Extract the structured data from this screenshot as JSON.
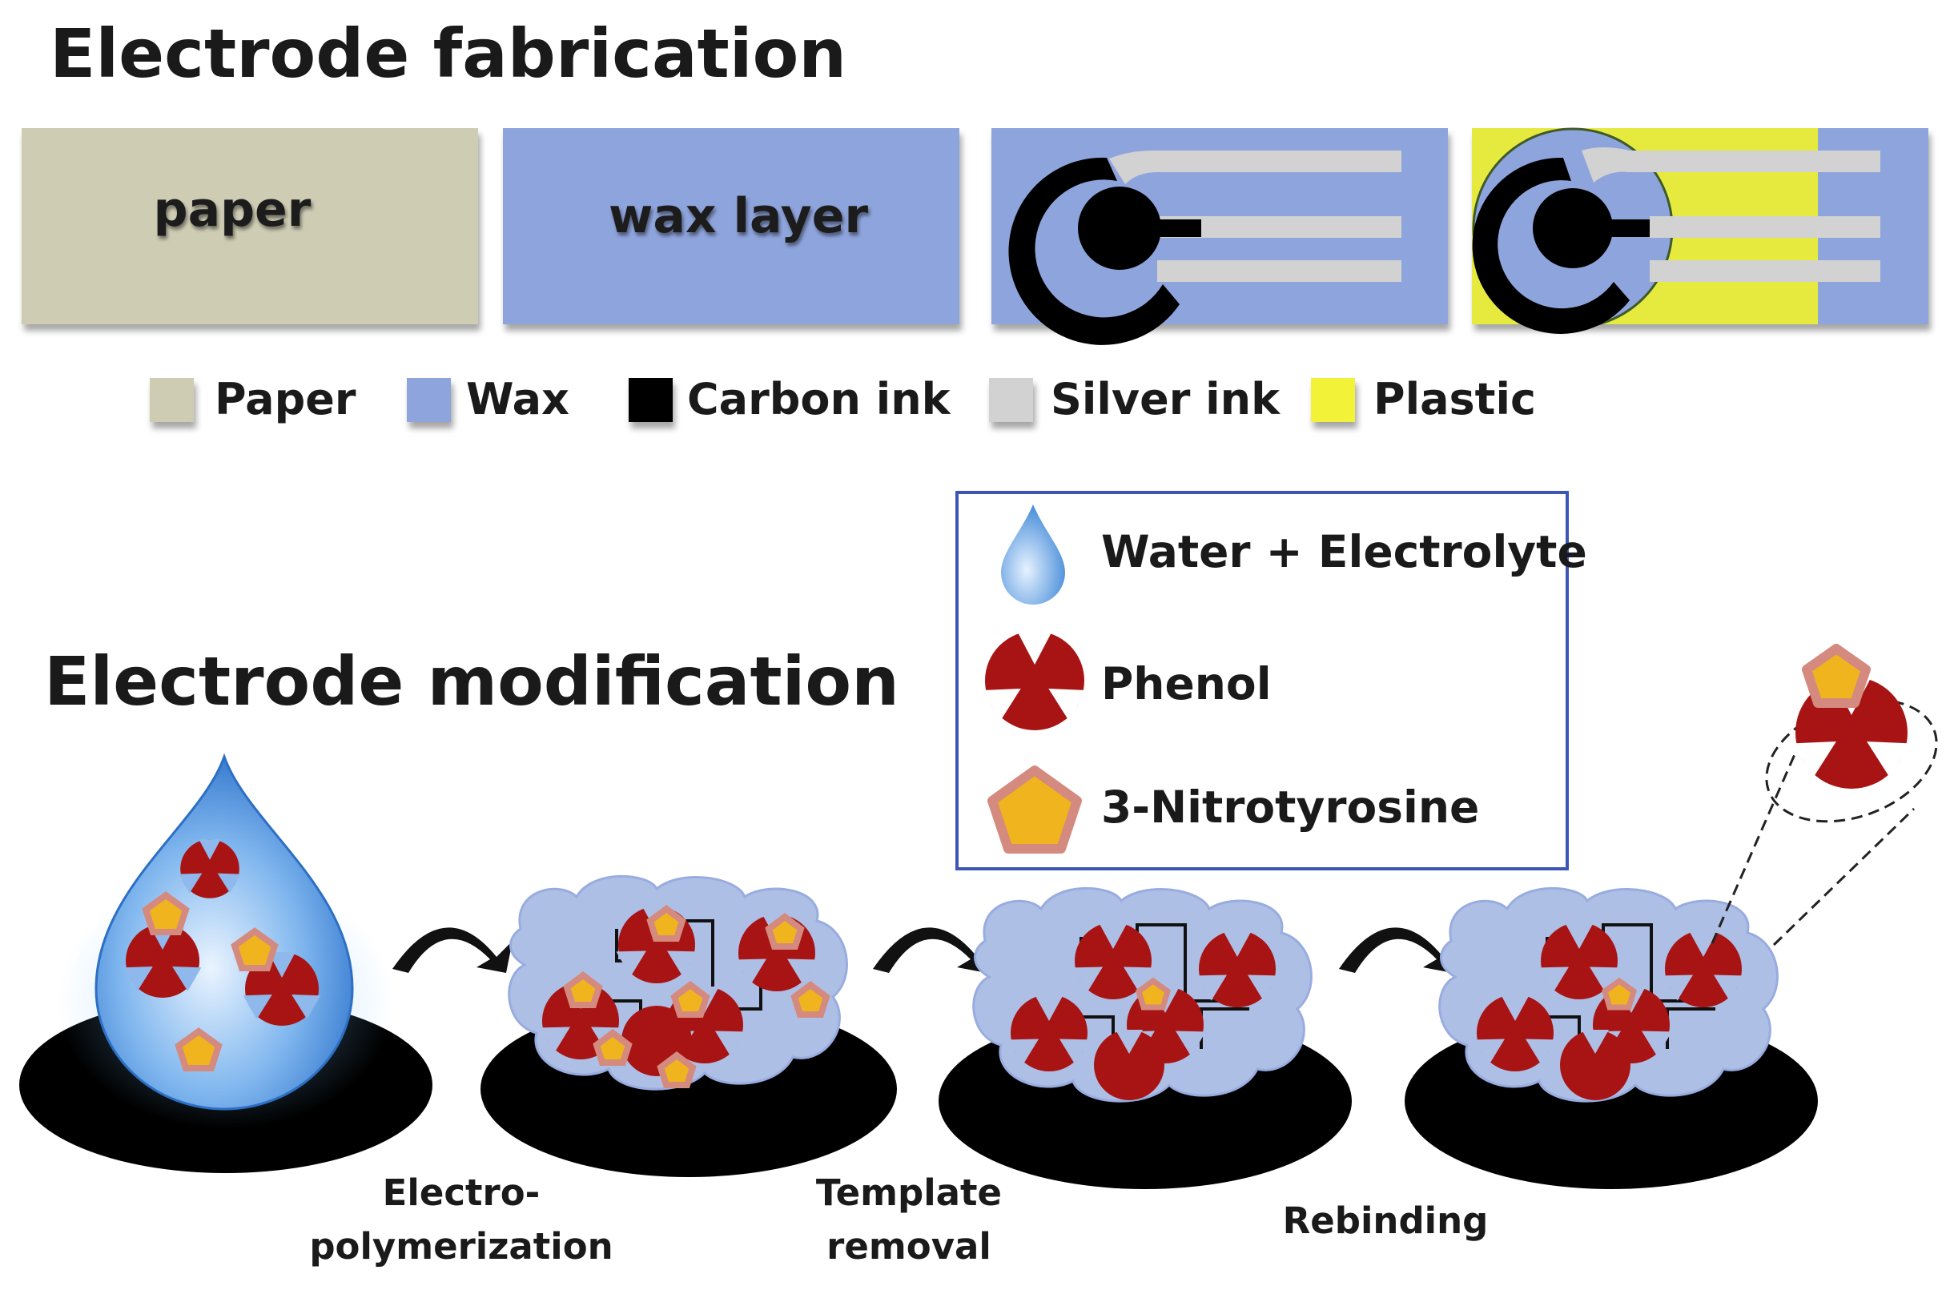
{
  "fabrication": {
    "title": "Electrode fabrication",
    "panels": [
      {
        "label": "paper"
      },
      {
        "label": "wax layer"
      },
      {
        "label": ""
      },
      {
        "label": ""
      }
    ],
    "legend": [
      {
        "label": "Paper",
        "color": "#cfccb4"
      },
      {
        "label": "Wax",
        "color": "#8ea4dc"
      },
      {
        "label": "Carbon ink",
        "color": "#000000"
      },
      {
        "label": "Silver ink",
        "color": "#d2d2d2"
      },
      {
        "label": "Plastic",
        "color": "#f2f238"
      }
    ]
  },
  "modification": {
    "title": "Electrode modification",
    "key": [
      {
        "label": "Water + Electrolyte",
        "icon": "water-drop-icon"
      },
      {
        "label": "Phenol",
        "icon": "phenol-icon"
      },
      {
        "label": "3-Nitrotyrosine",
        "icon": "nitrotyrosine-icon"
      }
    ],
    "steps": [
      {
        "line1": "Electro-",
        "line2": "polymerization"
      },
      {
        "line1": "Template",
        "line2": "removal"
      },
      {
        "line1": "Rebinding",
        "line2": ""
      }
    ]
  },
  "colors": {
    "phenol": "#a81414",
    "nitrotyrosine_fill": "#f0b41e",
    "nitrotyrosine_edge": "#d48a7e",
    "polymer_cloud": "#aebfe6",
    "electrode": "#000000"
  }
}
